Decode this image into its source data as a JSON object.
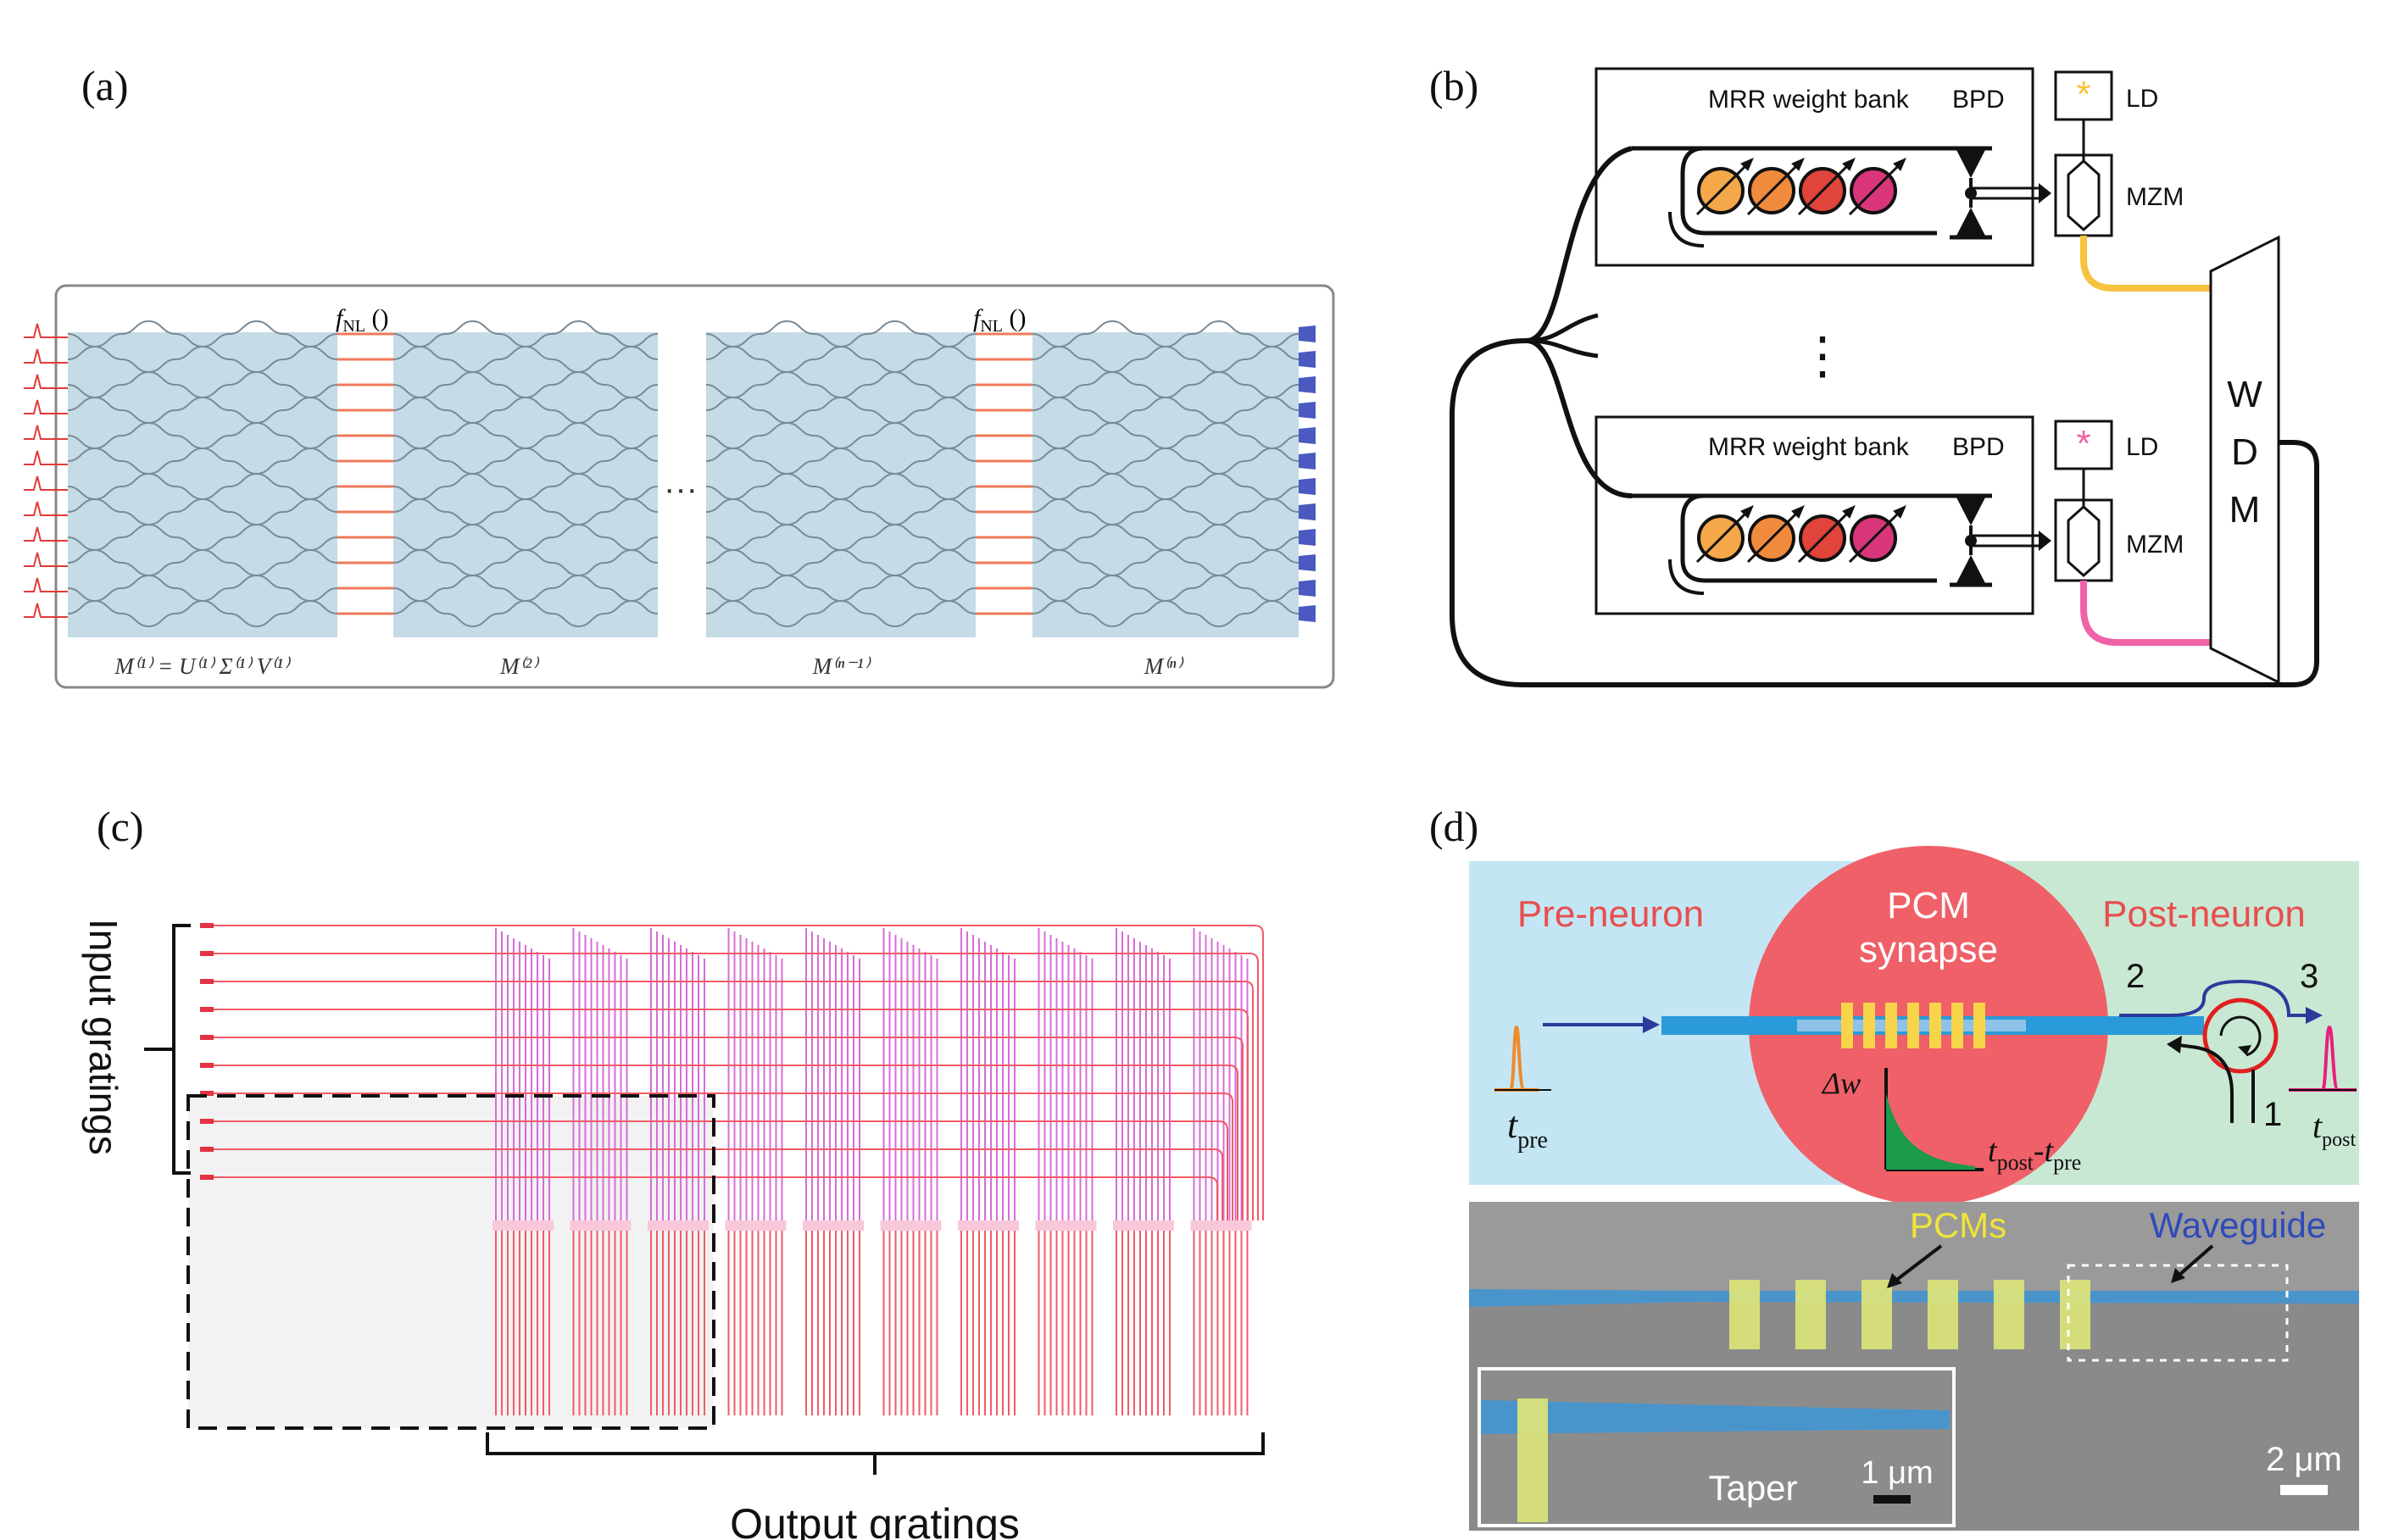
{
  "panels": {
    "a": {
      "label": "(a)",
      "fnl_main": "f",
      "fnl_sub": "NL",
      "fnl_paren": " ()",
      "ellipsis": "···",
      "m1": "M⁽¹⁾ = U⁽¹⁾ Σ⁽¹⁾ V⁽¹⁾",
      "m2": "M⁽²⁾",
      "m3": "M⁽ⁿ⁻¹⁾",
      "m4": "M⁽ⁿ⁾"
    },
    "b": {
      "label": "(b)",
      "mrr_label": "MRR weight bank",
      "bpd": "BPD",
      "ld": "LD",
      "mzm": "MZM",
      "vdots": "⋮",
      "wdm": [
        "W",
        "D",
        "M"
      ],
      "ring_colors": [
        "#f5a84a",
        "#f08a3c",
        "#e0443a",
        "#d8357a"
      ]
    },
    "c": {
      "label": "(c)",
      "input": "Input gratings",
      "output": "Output gratings"
    },
    "d": {
      "label": "(d)",
      "pre_neuron": "Pre-neuron",
      "post_neuron": "Post-neuron",
      "pcm1": "PCM",
      "pcm2": "synapse",
      "delta_w": "Δw",
      "t_pre_main": "t",
      "t_pre_sub": "pre",
      "t_post_main": "t",
      "t_post_sub": "post",
      "dt_a": "t",
      "dt_b": "post",
      "dt_c": "-t",
      "dt_d": "pre",
      "port1": "1",
      "port2": "2",
      "port3": "3",
      "pcms": "PCMs",
      "waveguide": "Waveguide",
      "taper": "Taper",
      "scale1": "1 μm",
      "scale2": "2 μm"
    }
  },
  "colors": {
    "a_bg": "#c5dbe6",
    "a_red": "#f07a5a",
    "b_orange": "#f7c23e",
    "b_pink": "#f062a8",
    "c_red": "#f25a68",
    "c_magenta": "#d86cd8",
    "d_blue_bg": "#c4e6f4",
    "d_green_bg": "#c8e8d4",
    "d_red": "#ef6068",
    "d_waveguide": "#2a9ad8",
    "d_pcm": "#f7d44a",
    "sem_grey": "#8a8a8a",
    "sem_blue": "#4a94cc",
    "sem_yellow": "#d9e27a"
  }
}
